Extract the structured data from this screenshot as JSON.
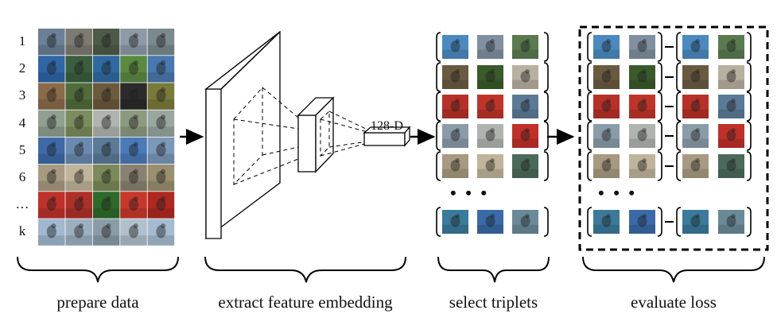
{
  "rows": {
    "labels": [
      "1",
      "2",
      "3",
      "4",
      "5",
      "6",
      "…",
      "k"
    ]
  },
  "embedding": {
    "dimension_label": "128-D"
  },
  "ellipsis": "• • •",
  "sections": {
    "prepare": "prepare data",
    "extract": "extract feature embedding",
    "select": "select triplets",
    "evaluate": "evaluate loss"
  },
  "colors": {
    "grid_rows": [
      [
        "#6b7f96",
        "#7d7a70",
        "#4d5a48",
        "#8d9aa7",
        "#7a8a8e"
      ],
      [
        "#2f66a8",
        "#3b5f3d",
        "#2e6aa0",
        "#5a8a40",
        "#4a78b0"
      ],
      [
        "#8a6a48",
        "#4f6c3a",
        "#6c5a3c",
        "#2b2b2b",
        "#7a7a3a"
      ],
      [
        "#8fa090",
        "#7c8c5c",
        "#b0b4b0",
        "#8c9a80",
        "#9aa6a0"
      ],
      [
        "#3e6aa8",
        "#6a8ab0",
        "#5a7a98",
        "#4a7ab8",
        "#7a98b8"
      ],
      [
        "#a89a80",
        "#c0b49a",
        "#7a8a58",
        "#8a8270",
        "#9a9070"
      ],
      [
        "#c0302a",
        "#b03028",
        "#2e6a2a",
        "#c8382a",
        "#b02820"
      ],
      [
        "#a0b8d0",
        "#9cb0c0",
        "#8a9ca8",
        "#b0c0cc",
        "#a4bcd0"
      ]
    ],
    "triplets": [
      [
        "#4a8ac0",
        "#8090a0",
        "#5a7a50"
      ],
      [
        "#6a5a40",
        "#3a5a2a",
        "#b8b0a0"
      ],
      [
        "#b83028",
        "#c03428",
        "#5a7a98"
      ],
      [
        "#8a9ca8",
        "#b0b4b0",
        "#c03028"
      ],
      [
        "#a89a80",
        "#c0b49a",
        "#4a6a5a"
      ],
      [
        "#3a7a9a",
        "#3a6aa8",
        "#6a8a98"
      ]
    ],
    "loss_pairs": [
      [
        "#4a8ac0",
        "#8090a0",
        "#4a8ac0",
        "#5a7a50"
      ],
      [
        "#6a5a40",
        "#3a5a2a",
        "#6a5a40",
        "#b8b0a0"
      ],
      [
        "#b83028",
        "#c03428",
        "#b83028",
        "#5a7a98"
      ],
      [
        "#8a9ca8",
        "#b0b4b0",
        "#8a9ca8",
        "#c03028"
      ],
      [
        "#a89a80",
        "#c0b49a",
        "#a89a80",
        "#4a6a5a"
      ],
      [
        "#3a7a9a",
        "#3a6aa8",
        "#3a7a9a",
        "#6a8a98"
      ]
    ]
  }
}
